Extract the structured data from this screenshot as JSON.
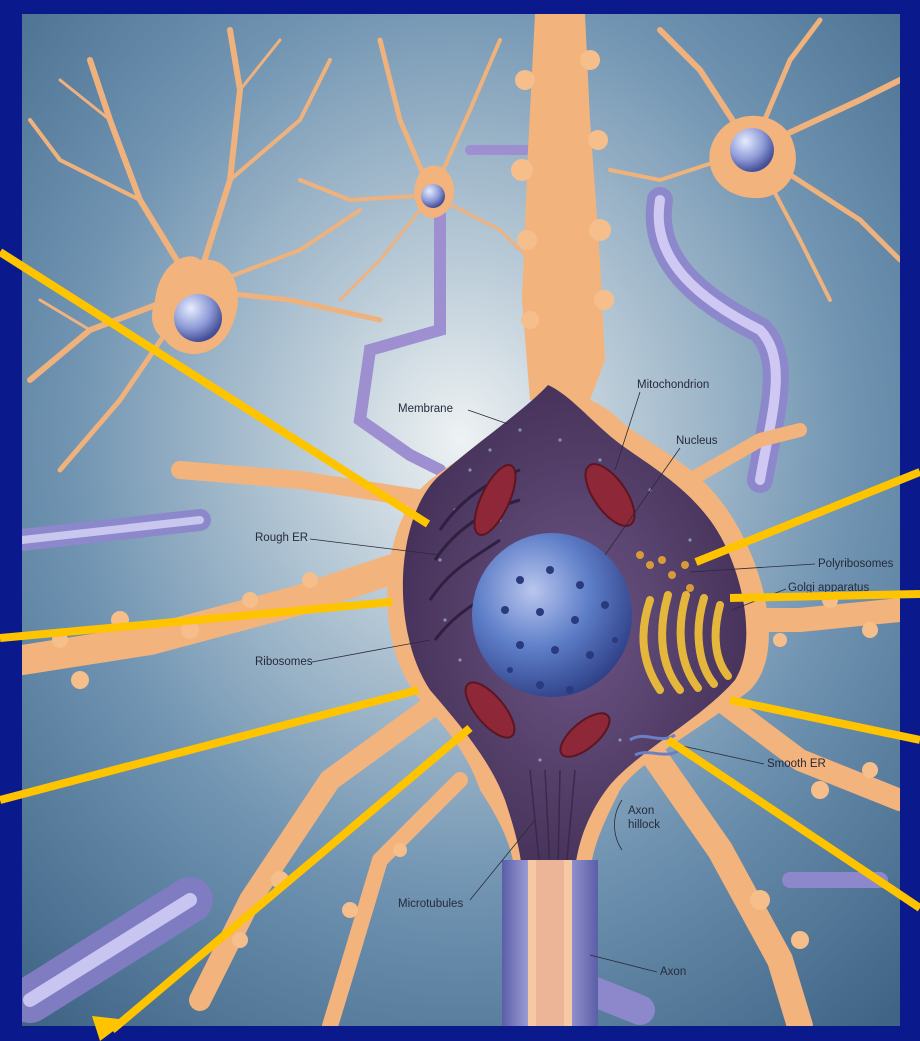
{
  "labels": {
    "membrane": "Membrane",
    "mitochondrion": "Mitochondrion",
    "nucleus": "Nucleus",
    "rough_er": "Rough ER",
    "polyribosomes": "Polyribosomes",
    "golgi": "Golgi apparatus",
    "ribosomes": "Ribosomes",
    "smooth_er": "Smooth ER",
    "axon_hillock_1": "Axon",
    "axon_hillock_2": "hillock",
    "microtubules": "Microtubules",
    "axon": "Axon"
  },
  "colors": {
    "frame": "#0a1a8c",
    "background": "#5f86a6",
    "neuron": "#f4b67e",
    "cytoplasm": "#5a3f6d",
    "nucleus": "#5a79c4",
    "mitochondria": "#8e2838",
    "golgi": "#e0b53a",
    "myelin": "#8a86c9",
    "pointer_lines": "#ffc400"
  }
}
